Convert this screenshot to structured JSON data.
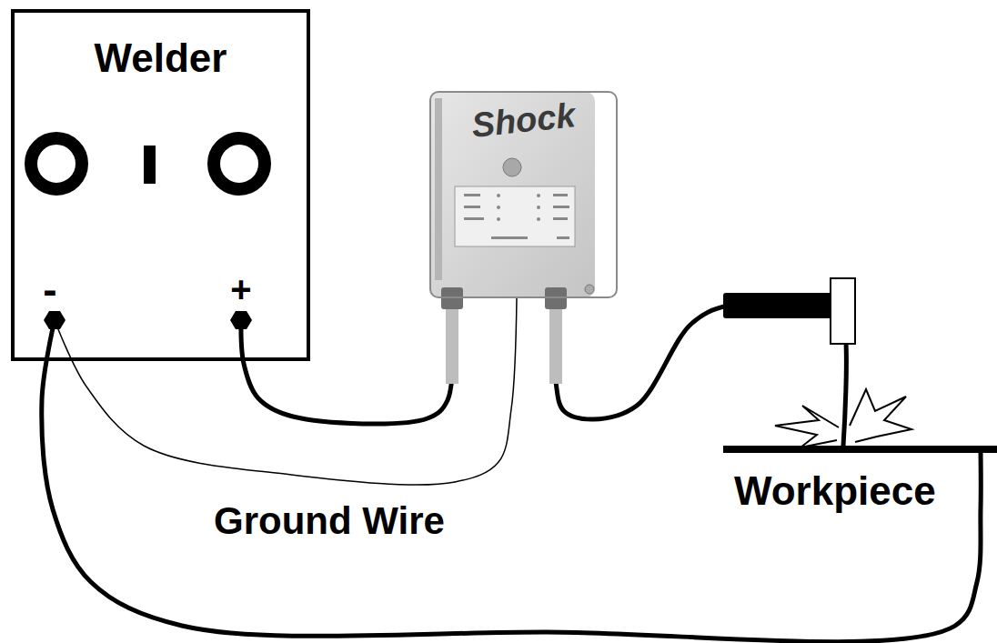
{
  "diagram": {
    "nodes": [
      {
        "text": [
          "Welder"
        ]
      },
      {
        "text": [
          "Shock"
        ]
      },
      {
        "text": [
          "Workpiece"
        ]
      }
    ],
    "edges": [
      {
        "from": 0,
        "to": 1,
        "arrow": "none"
      },
      {
        "from": 0,
        "to": 1,
        "arrow": "none",
        "label": "Ground Wire"
      },
      {
        "from": 1,
        "to": 2,
        "arrow": "none"
      },
      {
        "from": 0,
        "to": 2,
        "arrow": "none"
      }
    ],
    "labels": [
      "-",
      "+"
    ]
  }
}
